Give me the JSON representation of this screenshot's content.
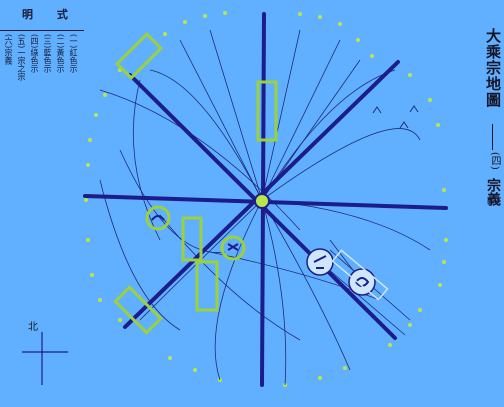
{
  "legend": {
    "title": "明 式",
    "columns": [
      "(一)紅色示",
      "(二)黃色示",
      "(三)藍色示",
      "(四)綠色示",
      "(五)一宗之宗",
      "(六)宗義"
    ]
  },
  "title": "大乘宗地圖",
  "subtitle_paren": "(四)",
  "subtitle_text": "宗義",
  "compass": {
    "north": "北"
  },
  "colors": {
    "background": "#60b0ff",
    "axis": "#1c1c8c",
    "thin_line": "#1f2a7a",
    "box": "#9bd23c",
    "dot": "#b9e64a"
  }
}
